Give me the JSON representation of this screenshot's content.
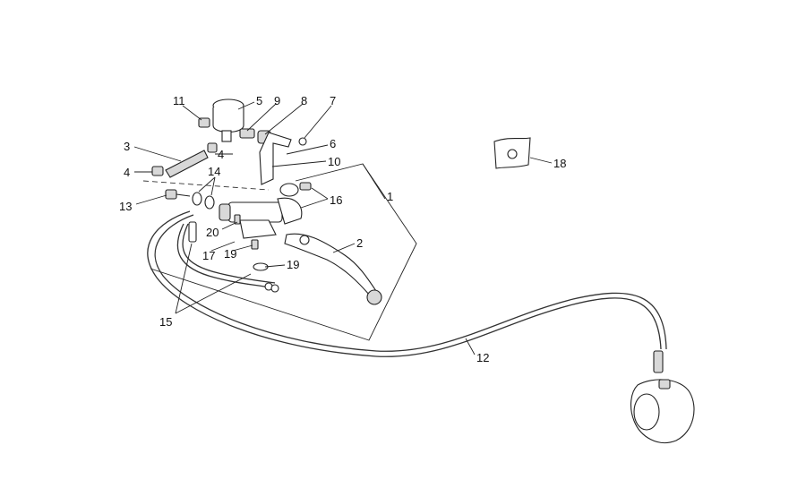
{
  "callouts": [
    {
      "id": "1",
      "text": "1"
    },
    {
      "id": "2",
      "text": "2"
    },
    {
      "id": "3",
      "text": "3"
    },
    {
      "id": "4a",
      "text": "4"
    },
    {
      "id": "4b",
      "text": "4"
    },
    {
      "id": "5",
      "text": "5"
    },
    {
      "id": "6",
      "text": "6"
    },
    {
      "id": "7",
      "text": "7"
    },
    {
      "id": "8",
      "text": "8"
    },
    {
      "id": "9",
      "text": "9"
    },
    {
      "id": "10",
      "text": "10"
    },
    {
      "id": "11",
      "text": "11"
    },
    {
      "id": "12",
      "text": "12"
    },
    {
      "id": "13",
      "text": "13"
    },
    {
      "id": "14",
      "text": "14"
    },
    {
      "id": "15",
      "text": "15"
    },
    {
      "id": "16",
      "text": "16"
    },
    {
      "id": "17",
      "text": "17"
    },
    {
      "id": "18",
      "text": "18"
    },
    {
      "id": "19a",
      "text": "19"
    },
    {
      "id": "19b",
      "text": "19"
    },
    {
      "id": "20",
      "text": "20"
    }
  ]
}
